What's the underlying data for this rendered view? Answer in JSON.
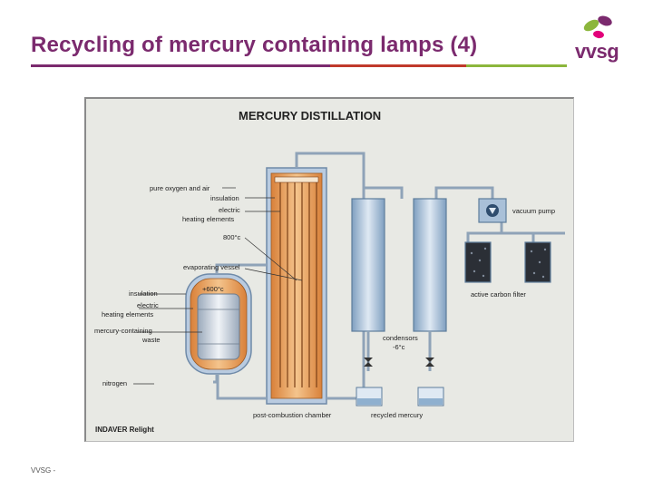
{
  "slide": {
    "title": "Recycling of mercury containing lamps (4)",
    "footer": "VVSG -",
    "logo_text": "vvsg"
  },
  "diagram": {
    "heading": "MERCURY DISTILLATION",
    "labels": {
      "pure_oxygen": "pure oxygen and air",
      "insulation_top": "insulation",
      "electric_top": "electric",
      "heating_top": "heating elements",
      "temp_800": "800°c",
      "evaporating_vessel": "evaporating vessel",
      "temp_600": "+600°c",
      "insulation_left": "insulation",
      "electric_left": "electric",
      "heating_left": "heating elements",
      "mercury_containing": "mercury-containing",
      "waste": "waste",
      "nitrogen": "nitrogen",
      "vacuum_pump": "vacuum pump",
      "active_carbon": "active carbon filter",
      "condensors": "condensors",
      "temp_minus6": "-6°c",
      "post_combustion": "post-combustion chamber",
      "recycled_mercury": "recycled mercury",
      "credit": "INDAVER Relight"
    }
  },
  "colors": {
    "title": "#7b2a6e",
    "rule_purple": "#7b2a6e",
    "rule_red": "#c0392b",
    "rule_green": "#8cb63c",
    "figure_bg": "#e8e9e4",
    "pipe": "#8fa3b8",
    "vessel_blue": "#a9c0d8",
    "heat_orange": "#e39a4a"
  }
}
